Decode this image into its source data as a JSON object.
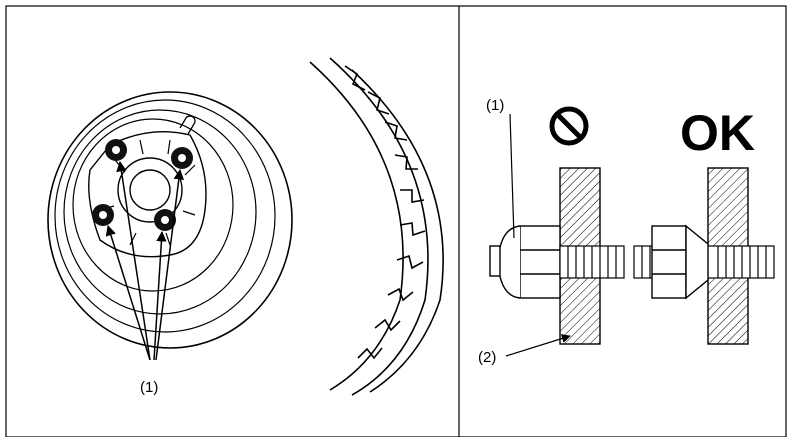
{
  "left_panel": {
    "callout_label": "(1)"
  },
  "right_panel": {
    "label_nut": "(1)",
    "label_hub": "(2)",
    "prohibited_symbol": "prohibited-icon",
    "ok_text": "OK"
  }
}
